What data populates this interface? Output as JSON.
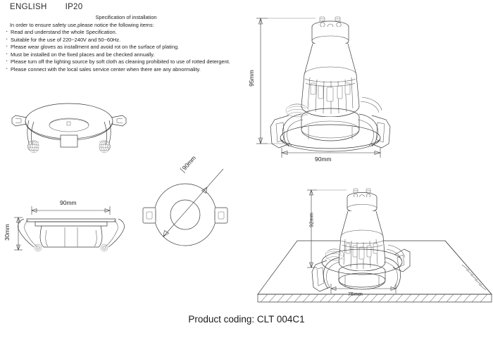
{
  "header": {
    "language": "ENGLISH",
    "ip_rating": "IP20"
  },
  "specification": {
    "title": "Specification of installation",
    "intro": "In order to ensure safety use,please notice the following items:",
    "items": [
      "Read and understand the whole Specification.",
      "Suitable for the use of 220~240V and 50~60Hz.",
      "Please wear gloves as installment and avoid rot on the surface of plating.",
      "Must be installed on the fixed places and be checked annually.",
      "Please turn off the lighting source by soft cloth as cleaning prohibited to use of rotted detergent.",
      "Please connect with the local sales service center when there are any abnormality."
    ]
  },
  "drawings": {
    "perspective_top": {
      "name": "Downlight trim perspective view"
    },
    "side_section": {
      "width_label": "90mm",
      "height_label": "30mm"
    },
    "bottom_plan": {
      "diameter_label": "⌠90mm"
    },
    "front_elevation": {
      "height_label": "95mm",
      "width_label": "90mm"
    },
    "installed_view": {
      "height_label": "92mm",
      "cutout_label": "75mm"
    }
  },
  "footer": {
    "product_coding": "Product coding: CLT 004C1"
  },
  "colors": {
    "line": "#3a3a3a",
    "text": "#1a1a1a",
    "background": "#ffffff"
  }
}
